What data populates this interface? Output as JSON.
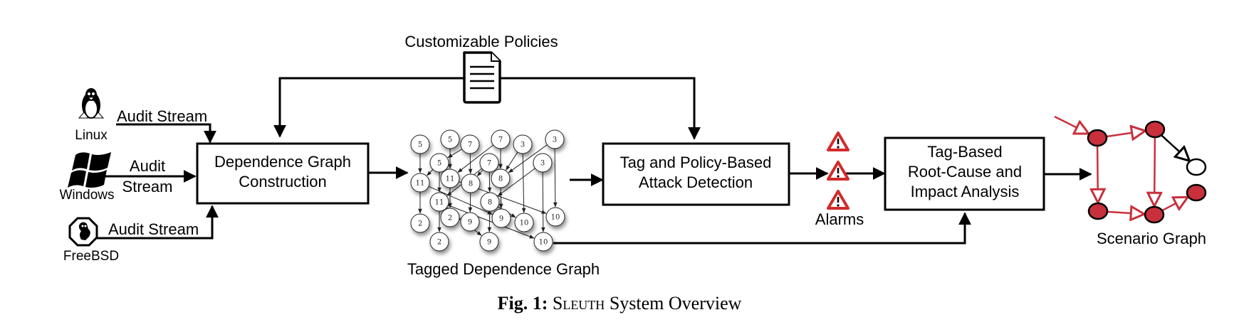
{
  "figure": {
    "caption_prefix": "Fig. 1:",
    "caption_name": "Sleuth",
    "caption_suffix": "System Overview"
  },
  "sources": [
    {
      "os": "Linux",
      "icon": "linux-tux-icon",
      "stream_label": "Audit Stream"
    },
    {
      "os": "Windows",
      "icon": "windows-logo-icon",
      "stream_label_line1": "Audit",
      "stream_label_line2": "Stream"
    },
    {
      "os": "FreeBSD",
      "icon": "freebsd-daemon-icon",
      "stream_label": "Audit Stream"
    }
  ],
  "policies": {
    "label": "Customizable  Policies",
    "icon": "document-icon"
  },
  "boxes": {
    "construction": {
      "line1": "Dependence Graph",
      "line2": "Construction"
    },
    "detection": {
      "line1": "Tag and Policy-Based",
      "line2": "Attack Detection"
    },
    "analysis": {
      "line1": "Tag-Based",
      "line2": "Root-Cause and",
      "line3": "Impact Analysis"
    }
  },
  "tagged_graph": {
    "label": "Tagged Dependence Graph",
    "nodes": [
      {
        "id": "a1",
        "tag": "5"
      },
      {
        "id": "a2",
        "tag": "5"
      },
      {
        "id": "a3",
        "tag": "7"
      },
      {
        "id": "a4",
        "tag": "7"
      },
      {
        "id": "a5",
        "tag": "3"
      },
      {
        "id": "a6",
        "tag": "3"
      },
      {
        "id": "b1",
        "tag": "5"
      },
      {
        "id": "b2",
        "tag": "7"
      },
      {
        "id": "b3",
        "tag": "3"
      },
      {
        "id": "c1",
        "tag": "11"
      },
      {
        "id": "c2",
        "tag": "11"
      },
      {
        "id": "c3",
        "tag": "8"
      },
      {
        "id": "c4",
        "tag": "8"
      },
      {
        "id": "d1",
        "tag": "11"
      },
      {
        "id": "d2",
        "tag": "8"
      },
      {
        "id": "e1",
        "tag": "2"
      },
      {
        "id": "e2",
        "tag": "2"
      },
      {
        "id": "e3",
        "tag": "9"
      },
      {
        "id": "e4",
        "tag": "9"
      },
      {
        "id": "e5",
        "tag": "10"
      },
      {
        "id": "e6",
        "tag": "10"
      },
      {
        "id": "f1",
        "tag": "2"
      },
      {
        "id": "f2",
        "tag": "9"
      },
      {
        "id": "f3",
        "tag": "10"
      }
    ],
    "edges": [
      [
        "a1",
        "c1"
      ],
      [
        "a2",
        "c2"
      ],
      [
        "a3",
        "b1"
      ],
      [
        "a3",
        "c3"
      ],
      [
        "a4",
        "c2"
      ],
      [
        "a4",
        "c4"
      ],
      [
        "a5",
        "c4"
      ],
      [
        "a5",
        "e5"
      ],
      [
        "a6",
        "c4"
      ],
      [
        "a6",
        "e6"
      ],
      [
        "b1",
        "c1"
      ],
      [
        "b1",
        "d1"
      ],
      [
        "b2",
        "c3"
      ],
      [
        "b2",
        "d2"
      ],
      [
        "b2",
        "d1"
      ],
      [
        "b3",
        "d2"
      ],
      [
        "b3",
        "f3"
      ],
      [
        "c1",
        "e1"
      ],
      [
        "c1",
        "e4"
      ],
      [
        "c2",
        "e2"
      ],
      [
        "c2",
        "e6"
      ],
      [
        "c3",
        "e3"
      ],
      [
        "c4",
        "e4"
      ],
      [
        "d1",
        "f1"
      ],
      [
        "d1",
        "f2"
      ],
      [
        "d1",
        "f3"
      ],
      [
        "d2",
        "f2"
      ],
      [
        "d2",
        "e5"
      ],
      [
        "e2",
        "e3"
      ]
    ]
  },
  "alarms": {
    "label": "Alarms",
    "count": 3,
    "icon": "warning-triangle-icon",
    "color": "#d42a2a"
  },
  "scenario_graph": {
    "label": "Scenario Graph",
    "node_color": "#c8303c",
    "edge_color": "#c8303c",
    "nodes": [
      {
        "id": "n1",
        "tainted": true
      },
      {
        "id": "n2",
        "tainted": true
      },
      {
        "id": "n3",
        "tainted": false
      },
      {
        "id": "n4",
        "tainted": true
      },
      {
        "id": "n5",
        "tainted": true
      },
      {
        "id": "n6",
        "tainted": true
      }
    ],
    "edges": [
      {
        "from": "entry",
        "to": "n1",
        "tainted": true
      },
      {
        "from": "n1",
        "to": "n2",
        "tainted": true
      },
      {
        "from": "n2",
        "to": "n3",
        "tainted": false
      },
      {
        "from": "n1",
        "to": "n4",
        "tainted": true
      },
      {
        "from": "n2",
        "to": "n5",
        "tainted": true
      },
      {
        "from": "n4",
        "to": "n5",
        "tainted": true
      },
      {
        "from": "n5",
        "to": "n6",
        "tainted": true
      }
    ]
  }
}
